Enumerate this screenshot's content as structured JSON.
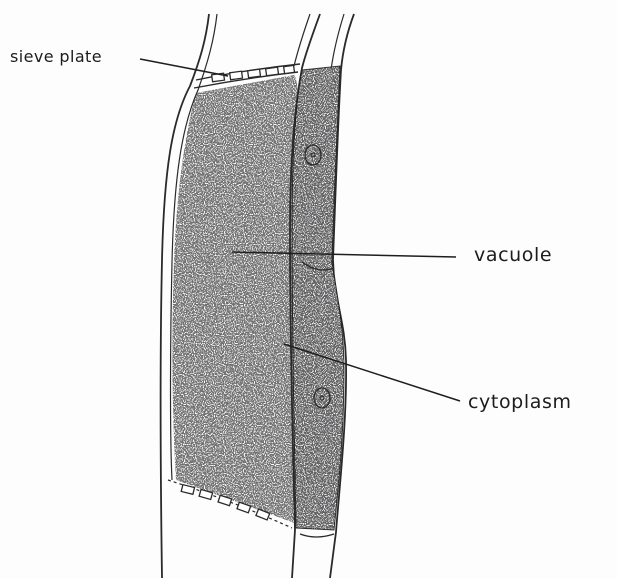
{
  "diagram": {
    "labels": {
      "sieve_plate": "sieve plate",
      "vacuole": "vacuole",
      "cytoplasm": "cytoplasm"
    },
    "colors": {
      "ink": "#2a2a2a",
      "wall_fill": "#f4f4f6",
      "background": "#fdfdfd"
    }
  }
}
